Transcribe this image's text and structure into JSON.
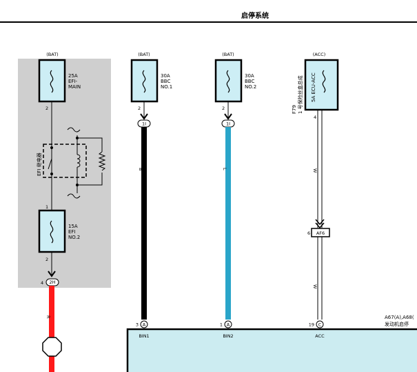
{
  "header": {
    "title": "启停系统"
  },
  "fuses": [
    {
      "id": "efi-main",
      "source": "(BAT)",
      "rating": "25A",
      "name1": "EFI-",
      "name2": "MAIN",
      "pin_top": "",
      "pin_bottom": "2"
    },
    {
      "id": "bbc-no1",
      "source": "(BAT)",
      "rating": "30A",
      "name1": "BBC",
      "name2": "NO.1",
      "pin_top": "",
      "pin_bottom": "2"
    },
    {
      "id": "bbc-no2",
      "source": "(BAT)",
      "rating": "30A",
      "name1": "BBC",
      "name2": "NO.2",
      "pin_top": "",
      "pin_bottom": "2"
    },
    {
      "id": "ecu-acc",
      "source": "(ACC)",
      "label": "5A ECU-ACC",
      "connector_code": "F79",
      "connector_name": "1 号保险丝盒总成",
      "pin_bottom": "4"
    },
    {
      "id": "efi-no2",
      "rating": "15A",
      "name1": "EFI",
      "name2": "NO.2",
      "pin_top": "1",
      "pin_bottom": "2"
    }
  ],
  "relay": {
    "label": "EFI 继电器"
  },
  "connectors": {
    "c1": {
      "label": "1I"
    },
    "c2": {
      "label": "1I"
    },
    "c3": {
      "label": "2H",
      "pin": "4"
    },
    "af6": {
      "label": "AF6",
      "pin": "6"
    }
  },
  "wire_colors": {
    "w1": "B",
    "w2": "L",
    "w3": "W",
    "w4": "W",
    "w5": "R"
  },
  "ecu": {
    "connectors": "A67(A),A68(",
    "name": "发动机启停",
    "pins": [
      {
        "number": "3",
        "letter": "A",
        "name": "BIN1"
      },
      {
        "number": "1",
        "letter": "A",
        "name": "BIN2"
      },
      {
        "number": "19",
        "letter": "C",
        "name": "ACC"
      }
    ]
  },
  "colors": {
    "fuse_fill": "#cdeef5",
    "fuse_box_bg": "#cfcfcf",
    "ecu_fill": "#ccecf1",
    "wire_black": "#000000",
    "wire_blue": "#2aa5c9",
    "wire_red": "#ff1a1a"
  }
}
